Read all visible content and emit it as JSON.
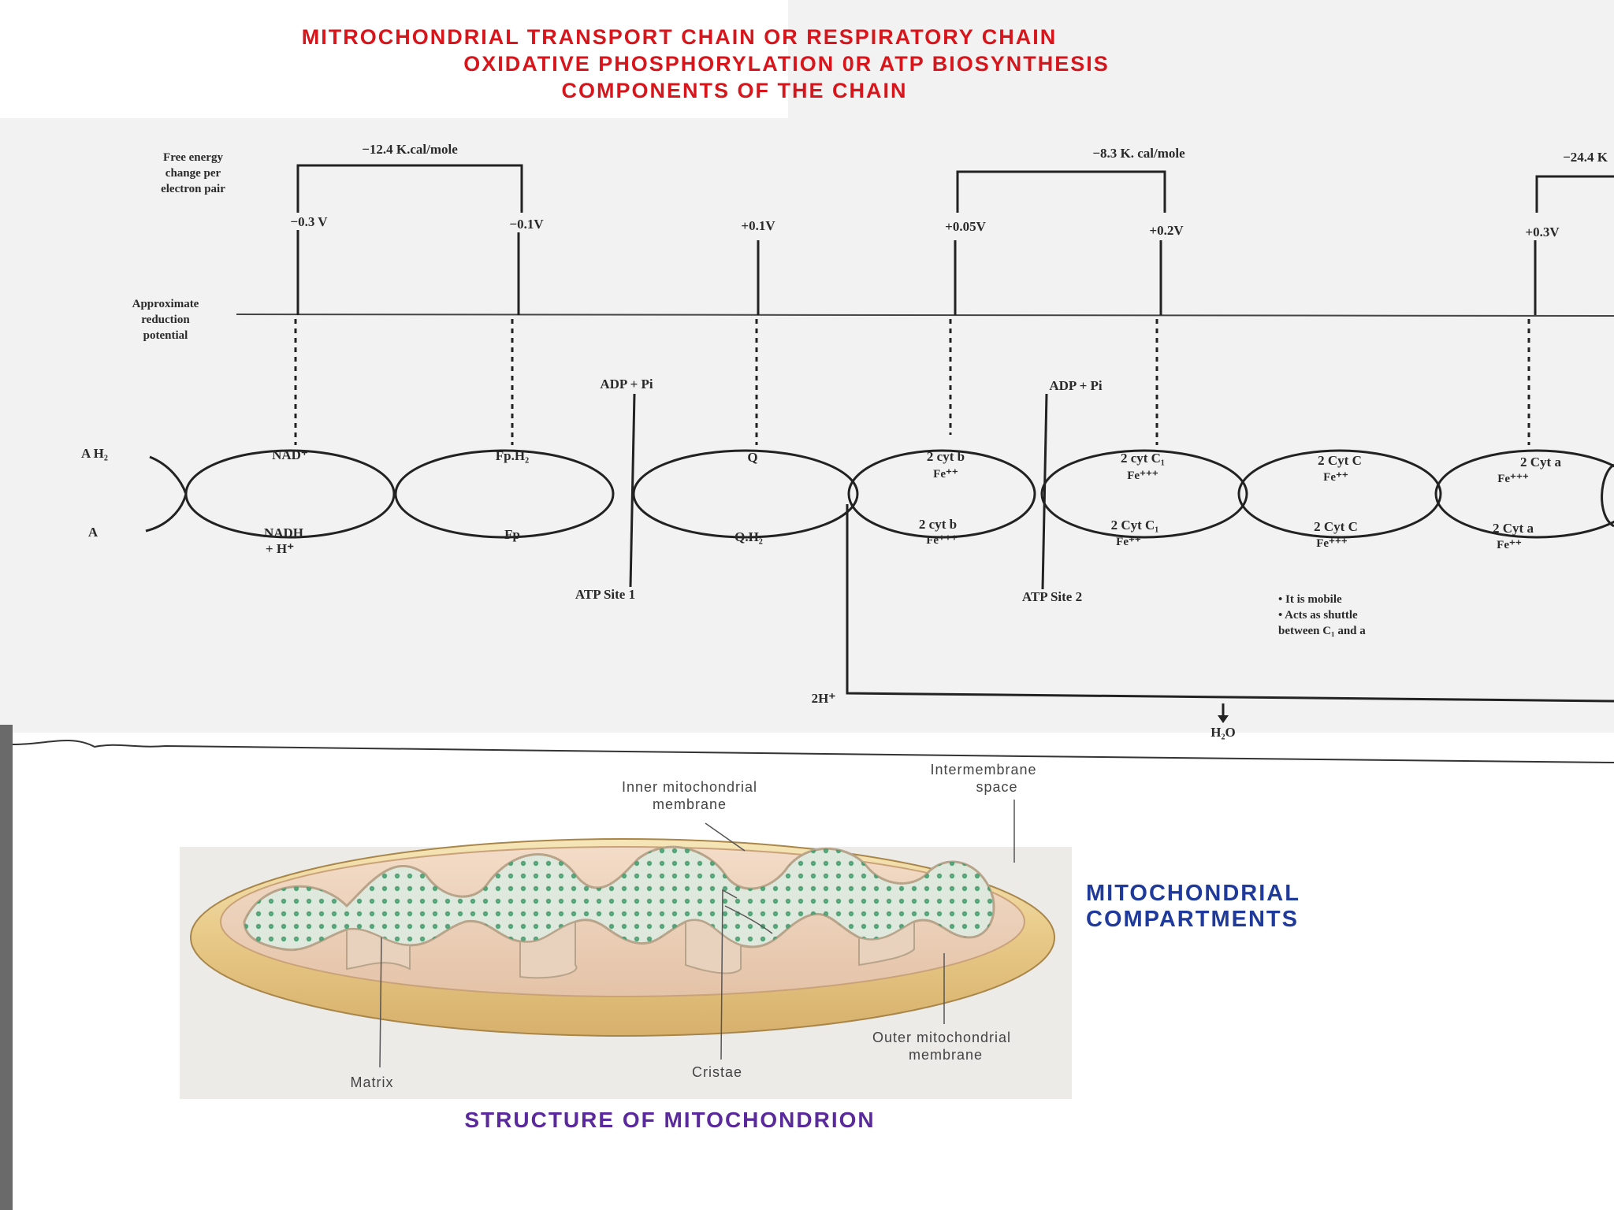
{
  "title_lines": [
    "MITROCHONDRIAL TRANSPORT CHAIN OR RESPIRATORY CHAIN",
    "OXIDATIVE PHOSPHORYLATION 0R ATP BIOSYNTHESIS",
    "COMPONENTS OF THE CHAIN"
  ],
  "chain": {
    "free_energy_label": [
      "Free energy",
      "change per",
      "electron pair"
    ],
    "reduction_label": [
      "Approximate",
      "reduction",
      "potential"
    ],
    "energy_changes": [
      "−12.4 K.cal/mole",
      "−8.3 K. cal/mole",
      "−24.4 K"
    ],
    "potentials": [
      "−0.3 V",
      "−0.1V",
      "+0.1V",
      "+0.05V",
      "+0.2V",
      "+0.3V"
    ],
    "adp_labels": [
      "ADP + Pi",
      "ADP + Pi"
    ],
    "atp_sites": [
      "ATP Site 1",
      "ATP Site 2"
    ],
    "top_row": [
      "A H₂",
      "NAD⁺",
      "Fp.H₂",
      "Q",
      "2 cyt b",
      "2 cyt C₁",
      "2 Cyt C",
      "2 Cyt a"
    ],
    "top_ion": [
      "Fe⁺⁺",
      "Fe⁺⁺⁺",
      "Fe⁺⁺",
      "Fe⁺⁺⁺"
    ],
    "bottom_row": [
      "A",
      "NADH",
      "Fp",
      "Q.H₂",
      "2 cyt b",
      "2 Cyt C₁",
      "2 Cyt C",
      "2 Cyt a"
    ],
    "nadh_h": "+ H⁺",
    "bottom_ion": [
      "Fe⁺⁺⁺",
      "Fe⁺⁺",
      "Fe⁺⁺⁺",
      "Fe⁺⁺"
    ],
    "cytc_notes": [
      "•  It is mobile",
      "•  Acts as shuttle",
      "between C₁ and a"
    ],
    "proton_label": "2H⁺",
    "water_label": "H₂O"
  },
  "structure": {
    "labels": {
      "inner_membrane": [
        "Inner mitochondrial",
        "membrane"
      ],
      "intermembrane": [
        "Intermembrane",
        "space"
      ],
      "outer_membrane": [
        "Outer mitochondrial",
        "membrane"
      ],
      "matrix": "Matrix",
      "cristae": "Cristae"
    },
    "compartments_title": [
      "MITOCHONDRIAL",
      "COMPARTMENTS"
    ],
    "caption": "STRUCTURE OF MITOCHONDRION"
  },
  "colors": {
    "title": "#d9151c",
    "compartments": "#1f3a9a",
    "caption": "#5a2a9c",
    "outer_membrane": "#e8c987",
    "matrix": "#dfe8dc",
    "granules": "#3f9a6a"
  }
}
